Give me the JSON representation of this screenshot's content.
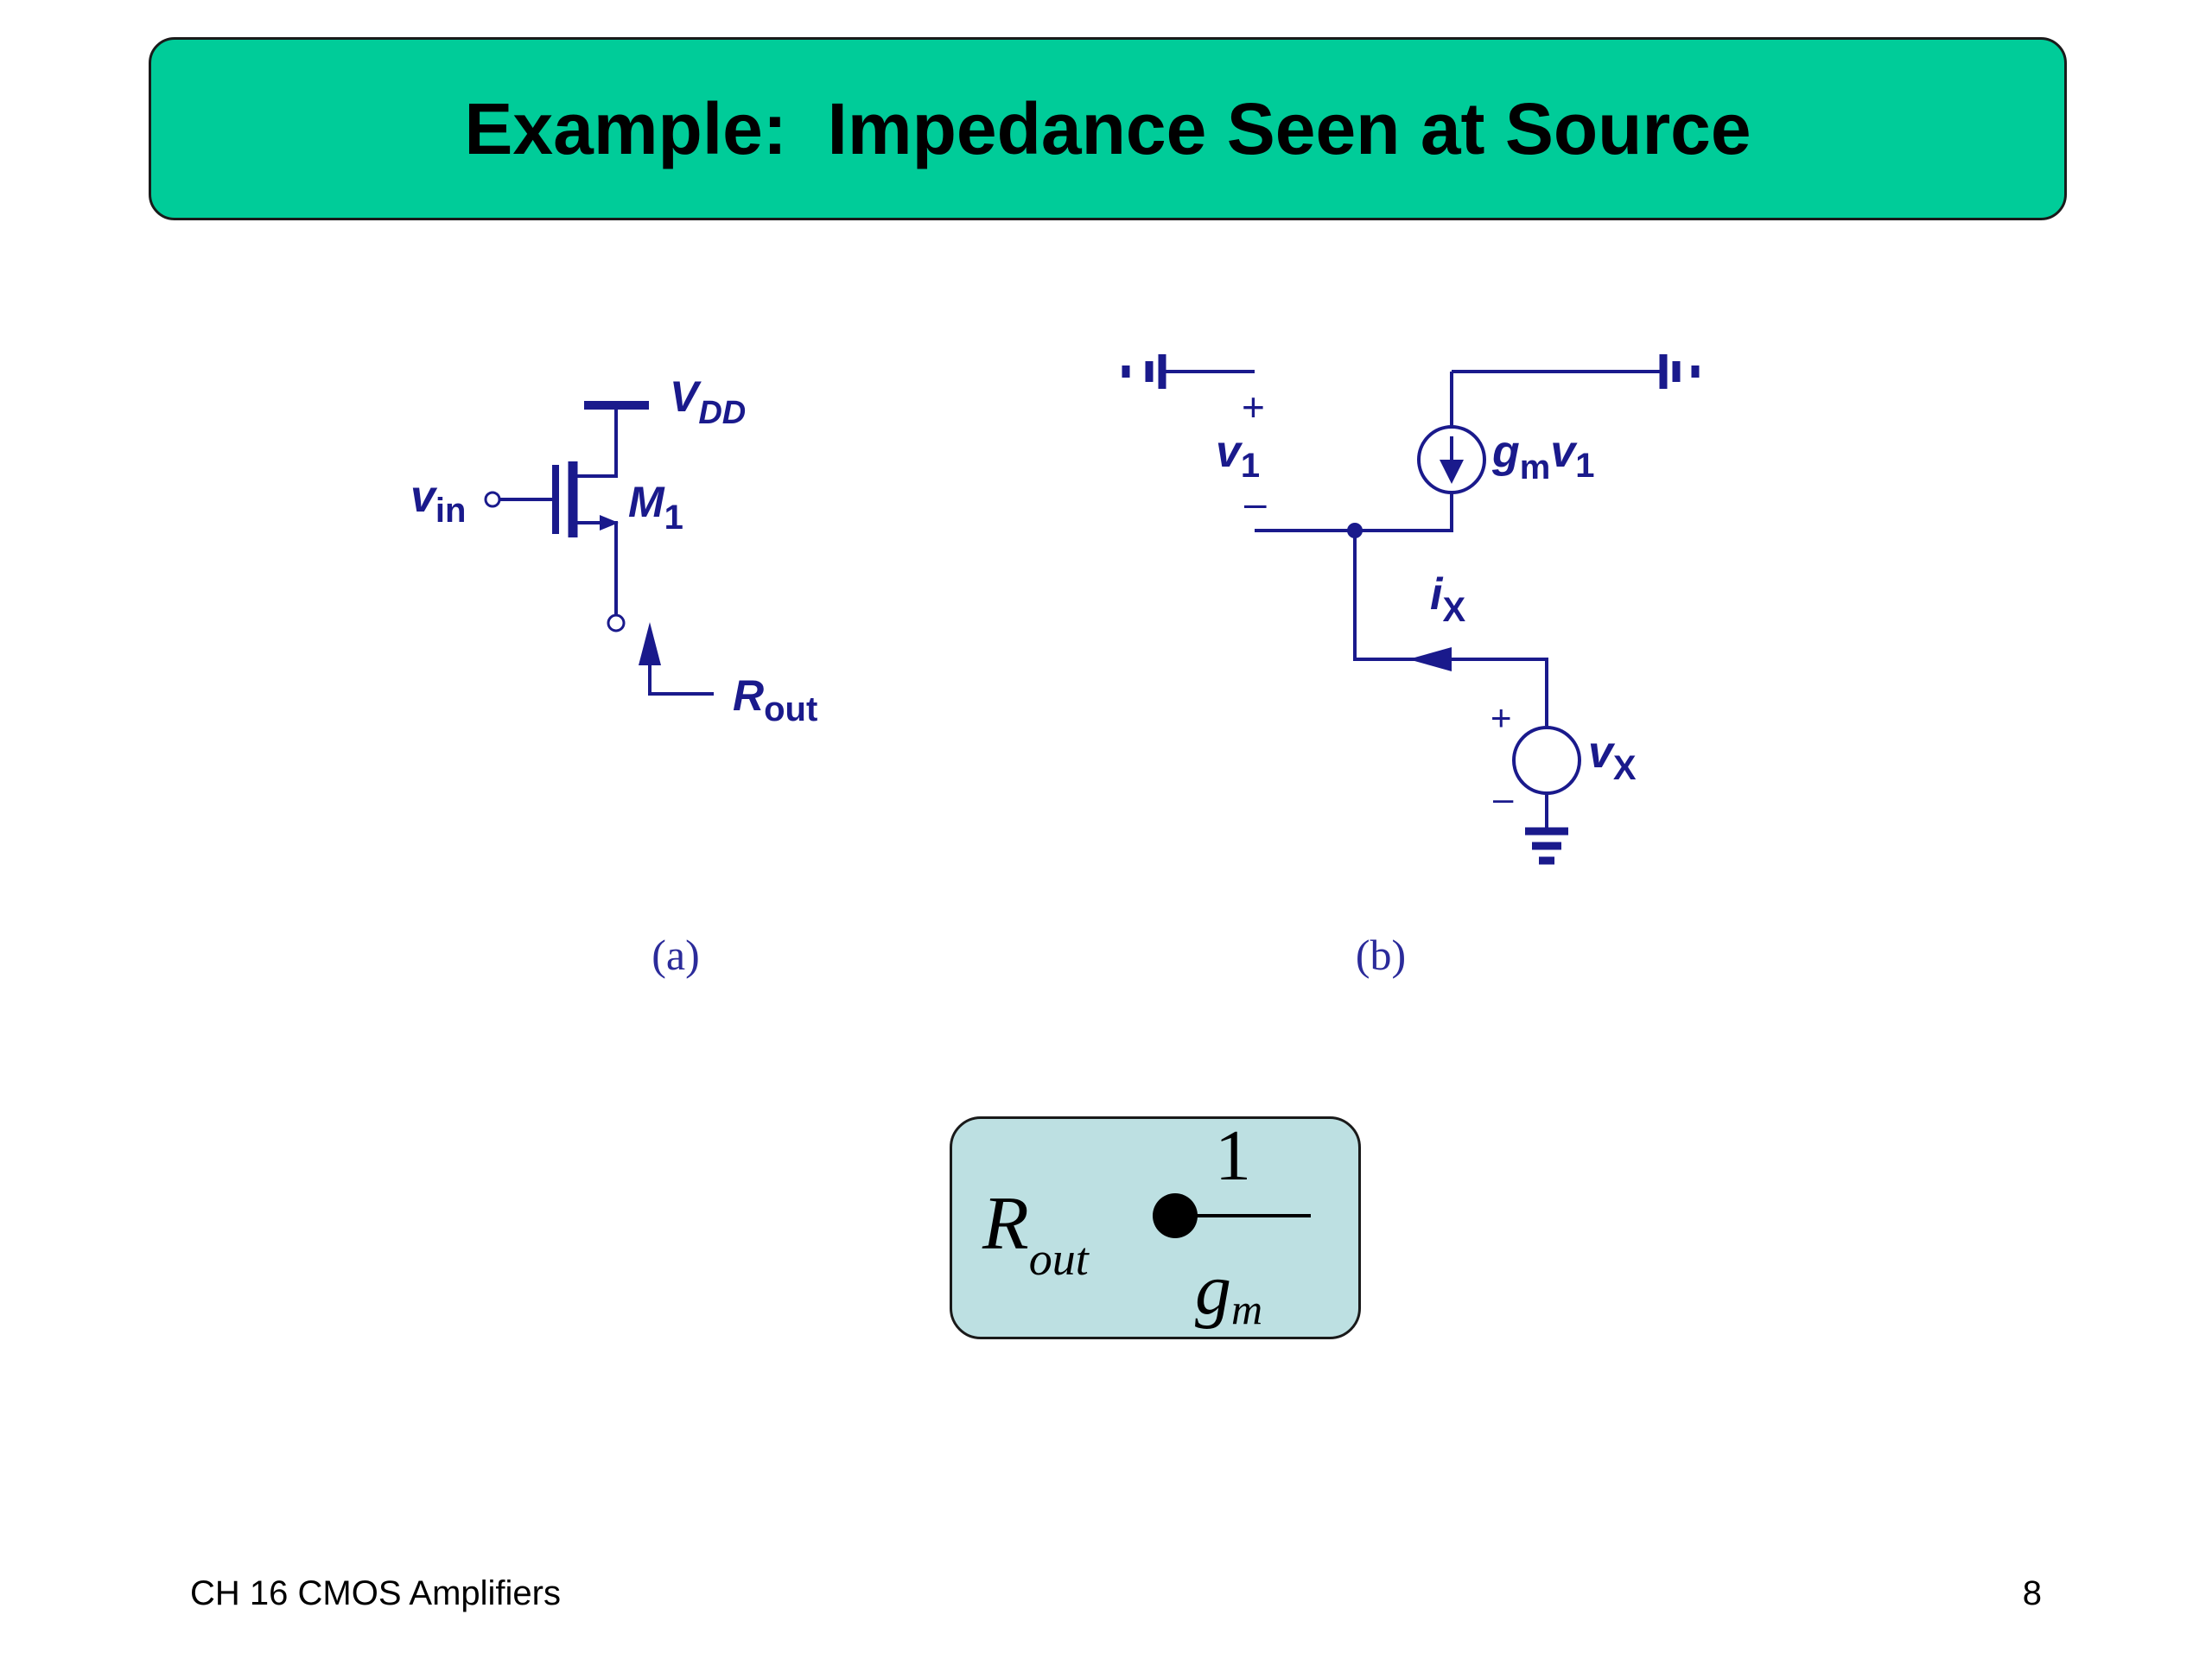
{
  "slide": {
    "title": "Example:  Impedance Seen at Source",
    "footer_left": "CH 16 CMOS Amplifiers",
    "page_number": "8"
  },
  "colors": {
    "title_bar": "#00cc99",
    "circuit": "#1a1a8c",
    "formula_box": "#bde0e2"
  },
  "circuit_a": {
    "caption": "(a)",
    "vdd": {
      "main": "V",
      "sub": "DD"
    },
    "vin": {
      "main": "v",
      "sub": "in"
    },
    "m1": {
      "main": "M",
      "sub": "1"
    },
    "rout": {
      "main": "R",
      "sub": "out"
    }
  },
  "circuit_b": {
    "caption": "(b)",
    "v1": {
      "main": "v",
      "sub": "1"
    },
    "gm": {
      "main": "g",
      "sub": "m"
    },
    "gm_v": {
      "main": "v",
      "sub": "1"
    },
    "ix": {
      "main": "i",
      "sub": "X"
    },
    "vx": {
      "main": "v",
      "sub": "X"
    },
    "plus": "+",
    "minus": "–"
  },
  "formula": {
    "lhs": "R",
    "lhs_sub": "out",
    "numerator": "1",
    "denominator": "g",
    "denominator_sub": "m"
  }
}
